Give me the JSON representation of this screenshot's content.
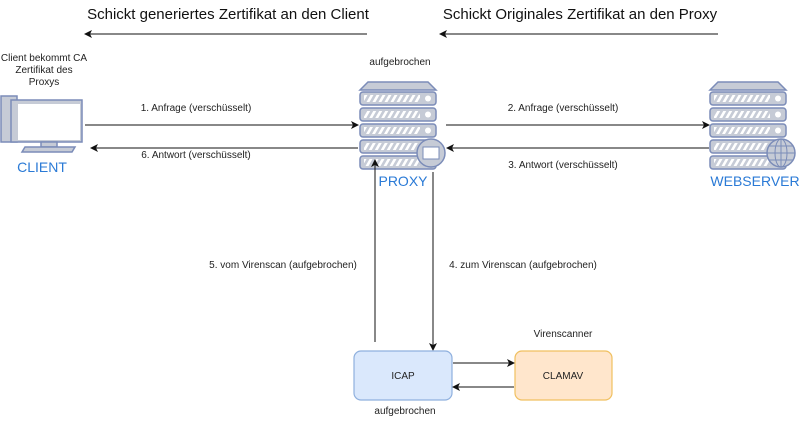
{
  "top": {
    "left_note": "Schickt generiertes Zertifikat an den Client",
    "right_note": "Schickt Originales Zertifikat an den Proxy"
  },
  "client": {
    "note_lines": [
      "Client bekommt CA",
      "Zertifikat des",
      "Proxys"
    ],
    "label": "CLIENT"
  },
  "proxy": {
    "note": "aufgebrochen",
    "label": "PROXY"
  },
  "webserver": {
    "label": "WEBSERVER"
  },
  "flows": {
    "f1": "1. Anfrage (verschüsselt)",
    "f2": "2. Anfrage (verschüsselt)",
    "f3": "3. Antwort (verschüsselt)",
    "f4": "4. zum Virenscan (aufgebrochen)",
    "f5": "5. vom Virenscan (aufgebrochen)",
    "f6": "6. Antwort (verschüsselt)"
  },
  "icap": {
    "label": "ICAP",
    "note": "aufgebrochen"
  },
  "clamav": {
    "label": "CLAMAV",
    "note": "Virenscanner"
  },
  "colors": {
    "node_label": "#2a7ad6",
    "icap_fill": "#dae8fc",
    "clamav_fill": "#ffe6cc"
  }
}
